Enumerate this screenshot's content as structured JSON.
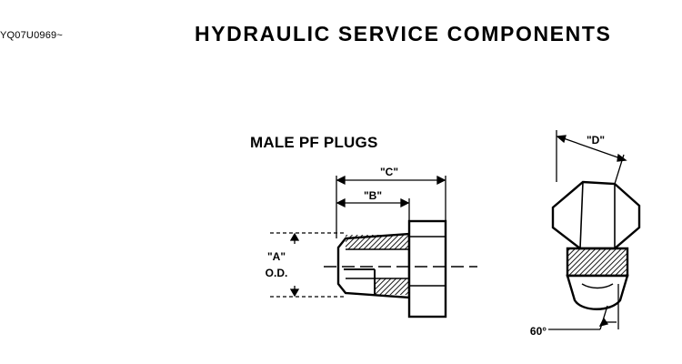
{
  "header": {
    "doc_code": "YQ07U0969~",
    "title": "HYDRAULIC SERVICE COMPONENTS"
  },
  "figure": {
    "subtitle": "MALE PF PLUGS",
    "dims": {
      "a": "\"A\"",
      "od": "O.D.",
      "b": "\"B\"",
      "c": "\"C\"",
      "d": "\"D\"",
      "angle": "60°"
    }
  }
}
